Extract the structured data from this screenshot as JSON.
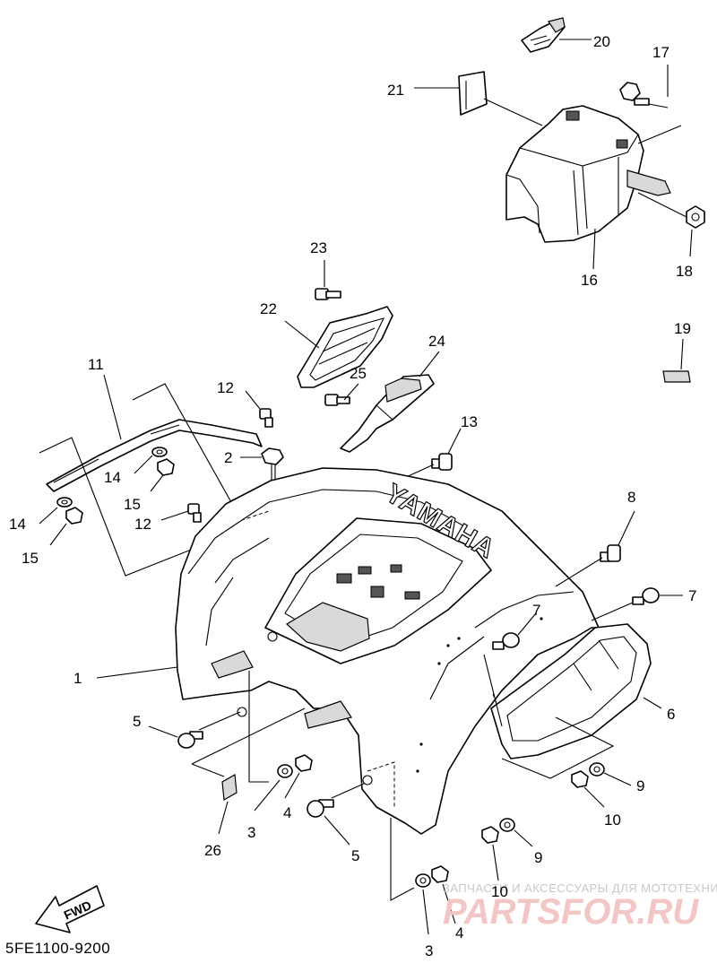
{
  "diagram": {
    "code": "5FE1100-9200",
    "direction_label": "FWD",
    "brand_marking": "YAMAHA",
    "watermark_top": "ЗАПЧАСТИ И АКСЕССУАРЫ ДЛЯ МОТОТЕХНИКИ",
    "watermark_logo": "PARTSFOR.RU",
    "callouts": [
      {
        "id": "c20",
        "text": "20"
      },
      {
        "id": "c17",
        "text": "17"
      },
      {
        "id": "c21",
        "text": "21"
      },
      {
        "id": "c16",
        "text": "16"
      },
      {
        "id": "c18",
        "text": "18"
      },
      {
        "id": "c23",
        "text": "23"
      },
      {
        "id": "c22",
        "text": "22"
      },
      {
        "id": "c24",
        "text": "24"
      },
      {
        "id": "c19",
        "text": "19"
      },
      {
        "id": "c11",
        "text": "11"
      },
      {
        "id": "c25",
        "text": "25"
      },
      {
        "id": "c12a",
        "text": "12"
      },
      {
        "id": "c13",
        "text": "13"
      },
      {
        "id": "c2",
        "text": "2"
      },
      {
        "id": "c14a",
        "text": "14"
      },
      {
        "id": "c15a",
        "text": "15"
      },
      {
        "id": "c12b",
        "text": "12"
      },
      {
        "id": "c14b",
        "text": "14"
      },
      {
        "id": "c15b",
        "text": "15"
      },
      {
        "id": "c8",
        "text": "8"
      },
      {
        "id": "c7a",
        "text": "7"
      },
      {
        "id": "c7b",
        "text": "7"
      },
      {
        "id": "c1",
        "text": "1"
      },
      {
        "id": "c6",
        "text": "6"
      },
      {
        "id": "c5a",
        "text": "5"
      },
      {
        "id": "c9a",
        "text": "9"
      },
      {
        "id": "c10a",
        "text": "10"
      },
      {
        "id": "c3a",
        "text": "3"
      },
      {
        "id": "c4a",
        "text": "4"
      },
      {
        "id": "c26",
        "text": "26"
      },
      {
        "id": "c5b",
        "text": "5"
      },
      {
        "id": "c9b",
        "text": "9"
      },
      {
        "id": "c10b",
        "text": "10"
      },
      {
        "id": "c4b",
        "text": "4"
      },
      {
        "id": "c3b",
        "text": "3"
      }
    ]
  }
}
